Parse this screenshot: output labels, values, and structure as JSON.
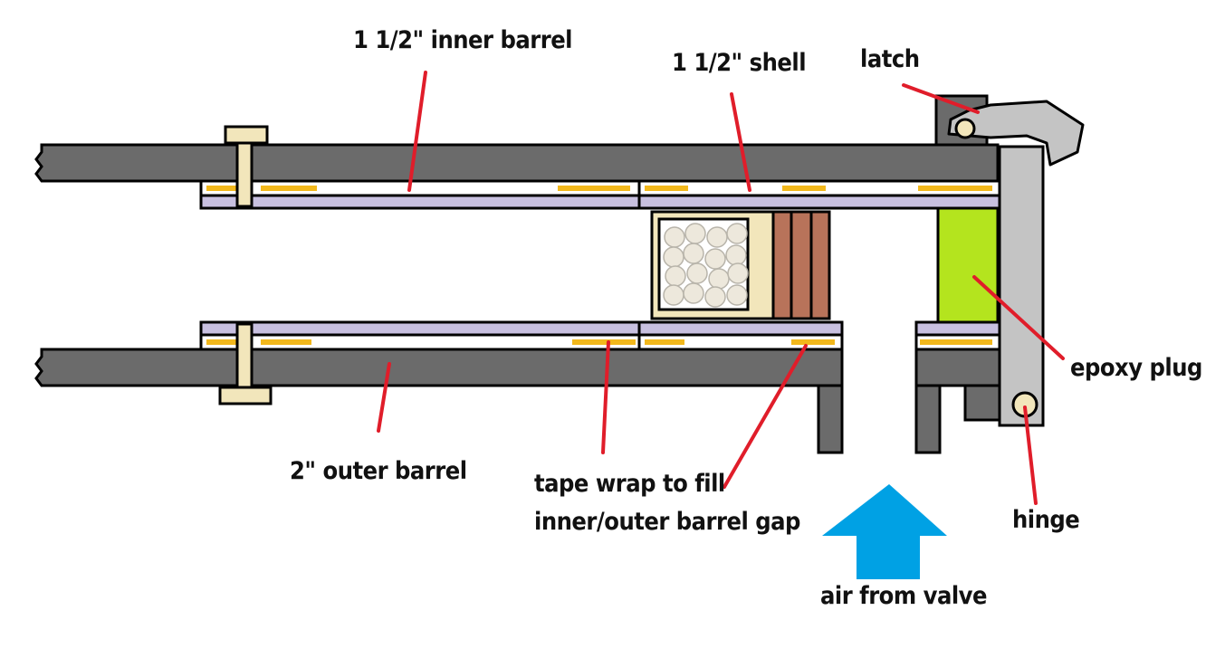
{
  "labels": {
    "inner_barrel": "1 1/2\" inner barrel",
    "shell": "1 1/2\" shell",
    "latch": "latch",
    "epoxy_plug": "epoxy plug",
    "outer_barrel": "2\" outer barrel",
    "tape_wrap_line1": "tape wrap to fill",
    "tape_wrap_line2": "inner/outer barrel gap",
    "hinge": "hinge",
    "air_from_valve": "air from valve"
  },
  "colors": {
    "barrel_gray": "#6b6b6b",
    "liner_lavender": "#c8c0e0",
    "tape_yellow": "#f2b81c",
    "pointer_red": "#e01d2a",
    "epoxy_green": "#b4e41e",
    "hinge_gray": "#c4c4c4",
    "cream": "#f2e6bb",
    "wad_brown": "#b8735a",
    "arrow_blue": "#00a1e4"
  }
}
